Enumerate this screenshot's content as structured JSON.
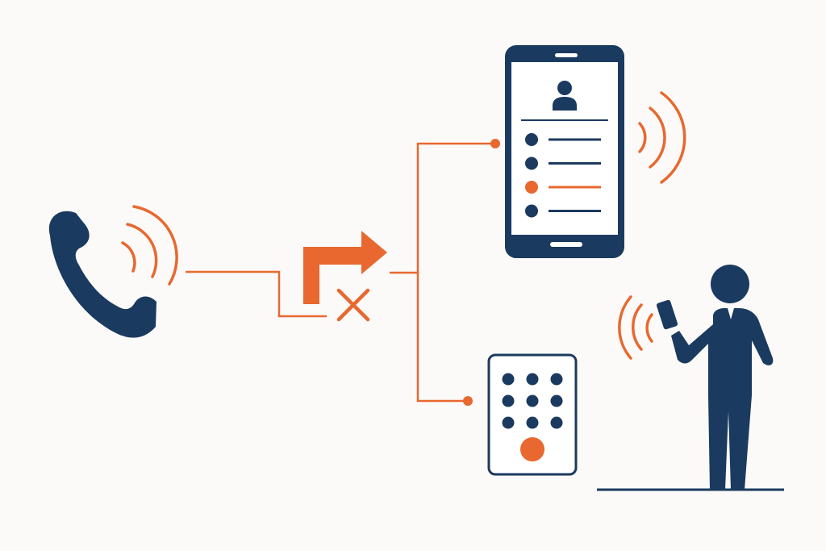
{
  "colors": {
    "navy": "#1b3a5f",
    "orange": "#e8682f",
    "background": "#fbfaf8",
    "screen": "#ffffff"
  },
  "diagram": {
    "nodes": [
      {
        "id": "incoming-call",
        "icon": "phone-handset-icon"
      },
      {
        "id": "call-forward",
        "icon": "forward-arrow-icon"
      },
      {
        "id": "forward-blocked",
        "icon": "cross-mark-icon"
      },
      {
        "id": "contact-list-phone",
        "icon": "smartphone-icon"
      },
      {
        "id": "keypad-device",
        "icon": "keypad-icon"
      },
      {
        "id": "person-on-phone",
        "icon": "person-icon"
      }
    ],
    "contact_list": {
      "rows": 4,
      "highlighted_row": 3
    },
    "keypad": {
      "rows": 3,
      "columns": 3,
      "action_button": "orange-call-button"
    },
    "connections": [
      {
        "from": "incoming-call",
        "to": "call-forward"
      },
      {
        "from": "call-forward",
        "to": "contact-list-phone"
      },
      {
        "from": "call-forward",
        "to": "keypad-device"
      }
    ]
  }
}
